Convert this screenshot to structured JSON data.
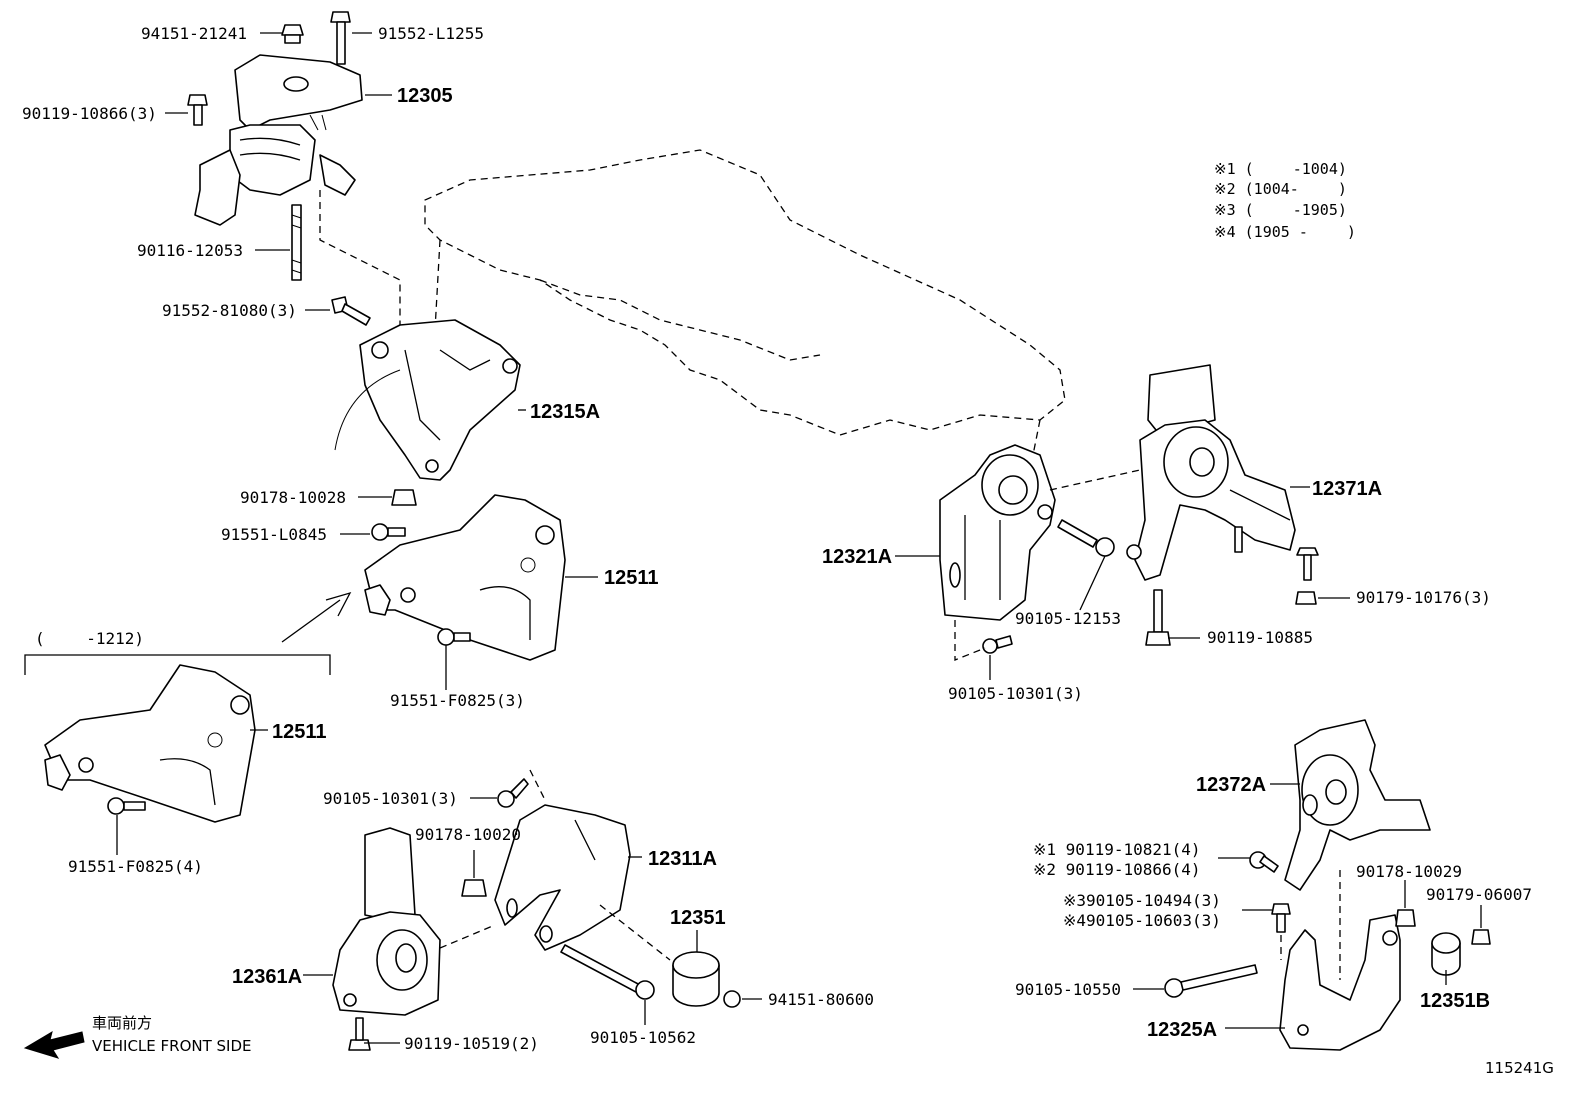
{
  "labels": {
    "p94151_21241": "94151-21241",
    "p91552_L1255": "91552-L1255",
    "p12305": "12305",
    "p90119_10866_3": "90119-10866(3)",
    "p90116_12053": "90116-12053",
    "p91552_81080_3": "91552-81080(3)",
    "p12315A": "12315A",
    "p90178_10028": "90178-10028",
    "p91551_L0845": "91551-L0845",
    "p12511_top": "12511",
    "p91551_F0825_3": "91551-F0825(3)",
    "range_1212": "(　　 -1212)",
    "p12511_bottom": "12511",
    "p91551_F0825_4": "91551-F0825(4)",
    "p90105_10301_3_left": "90105-10301(3)",
    "p90178_10020": "90178-10020",
    "p12311A": "12311A",
    "p12351": "12351",
    "p12361A": "12361A",
    "p94151_80600": "94151-80600",
    "p90105_10562": "90105-10562",
    "p90119_10519_2": "90119-10519(2)",
    "p12321A": "12321A",
    "p90105_12153": "90105-12153",
    "p90105_10301_3_right": "90105-10301(3)",
    "p12371A": "12371A",
    "p90179_10176_3": "90179-10176(3)",
    "p90119_10885": "90119-10885",
    "p12372A": "12372A",
    "p90119_10821_4": "※1 90119-10821(4)",
    "p90119_10866_4": "※2 90119-10866(4)",
    "p90105_10494_3": "※390105-10494(3)",
    "p90105_10603_3": "※490105-10603(3)",
    "p90178_10029": "90178-10029",
    "p90179_06007": "90179-06007",
    "p90105_10550": "90105-10550",
    "p12351B": "12351B",
    "p12325A": "12325A"
  },
  "notes": [
    "※1 (　　 -1004)",
    "※2 (1004-　　 )",
    "※3 (　　 -1905)",
    "※4 (1905 -　　 )"
  ],
  "front_indicator": {
    "japanese": "車両前方",
    "english": "VEHICLE FRONT SIDE"
  },
  "figure_id": "115241G"
}
